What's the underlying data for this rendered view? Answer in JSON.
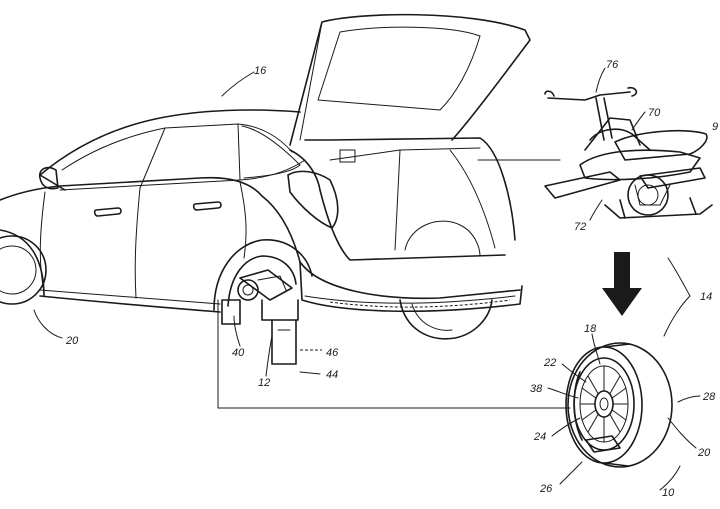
{
  "references": [
    {
      "id": "ref-16",
      "text": "16"
    },
    {
      "id": "ref-76",
      "text": "76"
    },
    {
      "id": "ref-70",
      "text": "70"
    },
    {
      "id": "ref-9",
      "text": "9"
    },
    {
      "id": "ref-72",
      "text": "72"
    },
    {
      "id": "ref-14",
      "text": "14"
    },
    {
      "id": "ref-20-left",
      "text": "20"
    },
    {
      "id": "ref-40",
      "text": "40"
    },
    {
      "id": "ref-12",
      "text": "12"
    },
    {
      "id": "ref-46",
      "text": "46"
    },
    {
      "id": "ref-44",
      "text": "44"
    },
    {
      "id": "ref-18",
      "text": "18"
    },
    {
      "id": "ref-22",
      "text": "22"
    },
    {
      "id": "ref-38",
      "text": "38"
    },
    {
      "id": "ref-24",
      "text": "24"
    },
    {
      "id": "ref-28",
      "text": "28"
    },
    {
      "id": "ref-20-right",
      "text": "20"
    },
    {
      "id": "ref-26",
      "text": "26"
    },
    {
      "id": "ref-10",
      "text": "10"
    }
  ],
  "colors": {
    "line": "#1a1a1a",
    "background": "#ffffff",
    "arrow": "#1a1a1a"
  },
  "icons": {
    "flow-arrow": "down-arrow-icon"
  }
}
